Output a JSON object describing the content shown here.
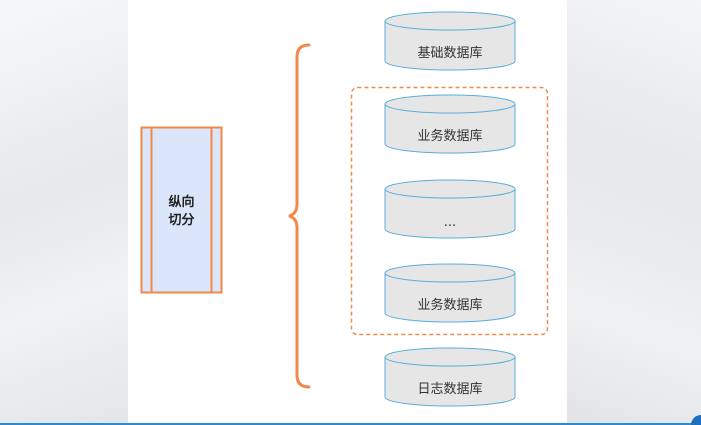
{
  "vertical_split": {
    "line1": "纵向",
    "line2": "切分"
  },
  "databases": [
    {
      "label": "基础数据库"
    },
    {
      "label": "业务数据库"
    },
    {
      "label": "..."
    },
    {
      "label": "业务数据库"
    },
    {
      "label": "日志数据库"
    }
  ],
  "colors": {
    "accent_orange": "#f08a4b",
    "split_fill": "#dce6fa",
    "db_fill": "#e6e6e6",
    "db_stroke": "#5aaedc"
  }
}
